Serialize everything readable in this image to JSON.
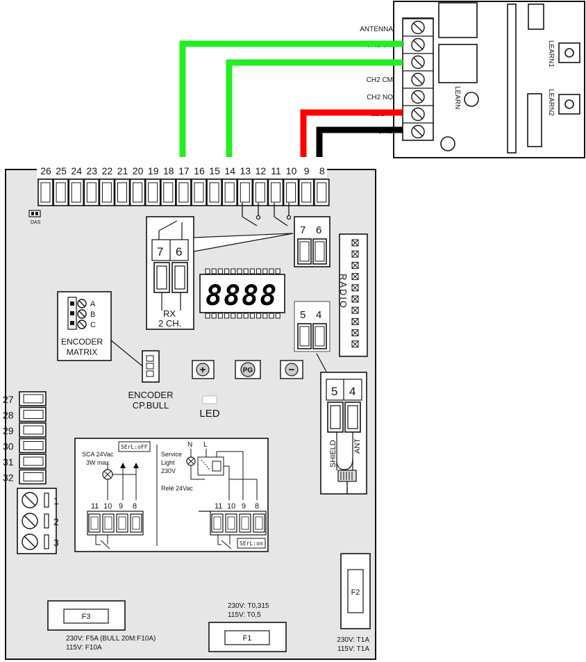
{
  "receiver": {
    "terminal_labels": [
      "ANTENNA",
      "CH1 CM",
      "CH1 NO",
      "CH2 CM",
      "CH2 NO",
      "12/24V",
      "GND"
    ],
    "learn_label": "LEARN",
    "learn1_label": "LEARN1",
    "learn2_label": "LEARN2"
  },
  "wires": {
    "green": "#22ee22",
    "red": "#ff0000",
    "black": "#000000"
  },
  "top_terminals": {
    "numbers": [
      "26",
      "25",
      "24",
      "23",
      "22",
      "21",
      "20",
      "19",
      "18",
      "17",
      "16",
      "15",
      "14",
      "13",
      "12",
      "11",
      "10",
      "9",
      "8"
    ]
  },
  "board": {
    "das_label": "DAS",
    "rx_terminal_numbers": [
      "7",
      "6"
    ],
    "rx_label_line1": "RX",
    "rx_label_line2": "2 CH.",
    "right_terminal_7_6": [
      "7",
      "6"
    ],
    "display_text": "8888",
    "radio_label": "RADIO",
    "terminal_5_4": [
      "5",
      "4"
    ],
    "encoder_matrix": {
      "pins": [
        "A",
        "B",
        "C"
      ],
      "label_line1": "ENCODER",
      "label_line2": "MATRIX"
    },
    "encoder_cp": {
      "label_line1": "ENCODER",
      "label_line2": "CP.BULL"
    },
    "buttons": {
      "plus": "+",
      "pg": "PG",
      "minus": "−"
    },
    "led_label": "LED",
    "antenna_box": {
      "numbers": [
        "5",
        "4"
      ],
      "shield": "SHIELD",
      "ant": "ANT"
    },
    "left_terminals": [
      "27",
      "28",
      "29",
      "30",
      "31",
      "32"
    ],
    "left_screws": [
      "1",
      "2",
      "3"
    ],
    "serl_panel": {
      "left_badge": "SErL:oFF",
      "sca_line1": "SCA 24Vac",
      "sca_line2": "3W max",
      "left_numbers": [
        "11",
        "10",
        "9",
        "8"
      ],
      "n_label": "N",
      "l_label": "L",
      "service_line1": "Service",
      "service_line2": "Light",
      "service_line3": "230V",
      "rele_label": "Relè 24Vac",
      "right_numbers": [
        "11",
        "10",
        "9",
        "8"
      ],
      "right_badge": "SErL:on"
    },
    "fuses": {
      "f3": {
        "label": "F3",
        "rating_line1": "230V: F5A (BULL 20M:F10A)",
        "rating_line2": "115V: F10A"
      },
      "f1": {
        "label": "F1",
        "rating_line1": "230V: T0,315",
        "rating_line2": "115V: T0,5"
      },
      "f2": {
        "label": "F2",
        "rating_line1": "230V: T1A",
        "rating_line2": "115V: T1A"
      }
    }
  }
}
